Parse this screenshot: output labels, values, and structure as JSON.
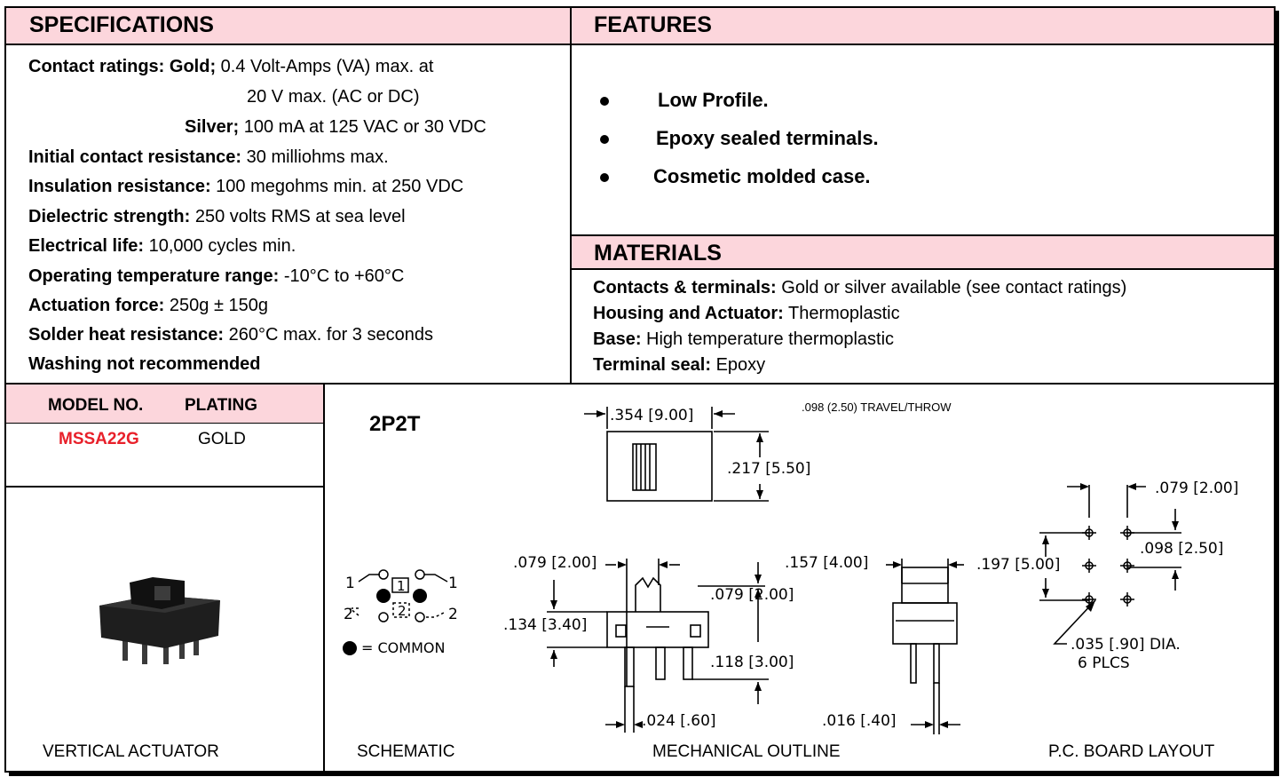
{
  "specifications": {
    "title": "SPECIFICATIONS",
    "contact_label": "Contact ratings: Gold;",
    "contact_gold_1": " 0.4 Volt-Amps (VA) max. at",
    "contact_gold_2": "20 V max. (AC or DC)",
    "contact_silver_label": "Silver;",
    "contact_silver_value": " 100 mA at 125 VAC or 30 VDC",
    "rows": [
      {
        "label": "Initial contact resistance:",
        "value": " 30 milliohms max."
      },
      {
        "label": "Insulation resistance:",
        "value": " 100 megohms min. at 250 VDC"
      },
      {
        "label": "Dielectric strength:",
        "value": " 250 volts RMS at sea level"
      },
      {
        "label": "Electrical life:",
        "value": " 10,000 cycles min."
      },
      {
        "label": "Operating temperature range:",
        "value": " -10°C to +60°C"
      },
      {
        "label": "Actuation force:",
        "value": " 250g  ± 150g"
      },
      {
        "label": "Solder heat resistance:",
        "value": " 260°C max. for 3 seconds"
      },
      {
        "label": "Washing not recommended",
        "value": ""
      }
    ]
  },
  "features": {
    "title": "FEATURES",
    "items": [
      "Low Profile.",
      "Epoxy sealed terminals.",
      "Cosmetic molded case."
    ]
  },
  "materials": {
    "title": "MATERIALS",
    "rows": [
      {
        "label": "Contacts & terminals:",
        "value": " Gold or silver available (see contact ratings)"
      },
      {
        "label": "Housing and Actuator:",
        "value": " Thermoplastic"
      },
      {
        "label": "Base:",
        "value": " High temperature thermoplastic"
      },
      {
        "label": "Terminal seal:",
        "value": " Epoxy"
      }
    ]
  },
  "model_table": {
    "col_model": "MODEL NO.",
    "col_plating": "PLATING",
    "model": "MSSA22G",
    "plating": "GOLD",
    "model_color": "#e8202a"
  },
  "photo_caption": "VERTICAL ACTUATOR",
  "drawing": {
    "type_label": "2P2T",
    "travel": ".098 (2.50) TRAVEL/THROW",
    "dim_354": ".354 [9.00]",
    "dim_217": ".217 [5.50]",
    "dim_079a": ".079 [2.00]",
    "dim_079b": ".079 [2.00]",
    "dim_134": ".134 [3.40]",
    "dim_118": ".118 [3.00]",
    "dim_024": ".024 [.60]",
    "dim_157": ".157 [4.00]",
    "dim_016": ".016 [.40]",
    "dim_079c": ".079 [2.00]",
    "dim_197": ".197 [5.00]",
    "dim_098": ".098 [2.50]",
    "dim_035": ".035 [.90] DIA.",
    "plcs": "6 PLCS",
    "common": "= COMMON",
    "pin1": "1",
    "pin2": "2",
    "box1": "1",
    "box2": "2"
  },
  "captions": {
    "schematic": "SCHEMATIC",
    "mechanical": "MECHANICAL OUTLINE",
    "pcb": "P.C. BOARD LAYOUT"
  },
  "colors": {
    "header_bg": "#fcd6dc",
    "accent_red": "#e8202a"
  }
}
